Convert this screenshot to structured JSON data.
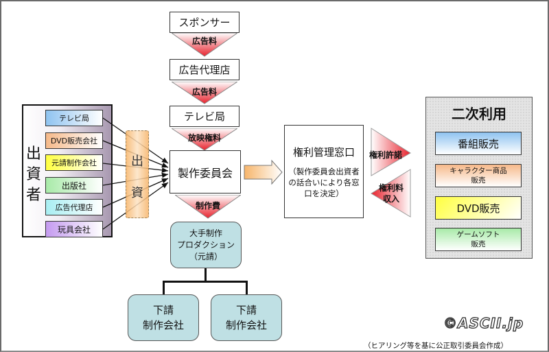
{
  "flow": {
    "sponsor": "スポンサー",
    "ad_fee_1": "広告料",
    "ad_agency": "広告代理店",
    "ad_fee_2": "広告料",
    "tv_station": "テレビ局",
    "broadcast_fee": "放映権料",
    "committee": "製作委員会",
    "production_fee": "制作費"
  },
  "investors": {
    "title": "出資者",
    "items": [
      {
        "label": "テレビ局",
        "color": "#8fc3f0"
      },
      {
        "label": "DVD販売会社",
        "color": "#f6b98a"
      },
      {
        "label": "元請制作会社",
        "color": "#ffff40"
      },
      {
        "label": "出版社",
        "color": "#a8eaa8"
      },
      {
        "label": "広告代理店",
        "color": "#a8eef2"
      },
      {
        "label": "玩具会社",
        "color": "#c49af0"
      }
    ],
    "investment_label_1": "出",
    "investment_label_2": "資"
  },
  "rights": {
    "title": "権利管理窓口",
    "note": "（製作委員会出資者の話合いにより各窓口を決定）",
    "license_label": "権利許諾",
    "revenue_label_1": "権利料",
    "revenue_label_2": "収入"
  },
  "production": {
    "main_line1": "大手制作",
    "main_line2": "プロダクション",
    "main_line3": "（元請）",
    "sub1_line1": "下請",
    "sub1_line2": "制作会社",
    "sub2_line1": "下請",
    "sub2_line2": "制作会社"
  },
  "secondary_use": {
    "title": "二次利用",
    "items": [
      {
        "line1": "番組販売",
        "line2": "",
        "color": "#8fc3f0"
      },
      {
        "line1": "キャラクター商品",
        "line2": "販売",
        "color": "#f6b98a"
      },
      {
        "line1": "DVD販売",
        "line2": "",
        "color": "#ffff40"
      },
      {
        "line1": "ゲームソフト",
        "line2": "販売",
        "color": "#a8eaa8"
      }
    ]
  },
  "footer": {
    "copyright": "©ASCII.jp",
    "source": "（ヒアリング等を基に公正取引委員会作成）"
  }
}
